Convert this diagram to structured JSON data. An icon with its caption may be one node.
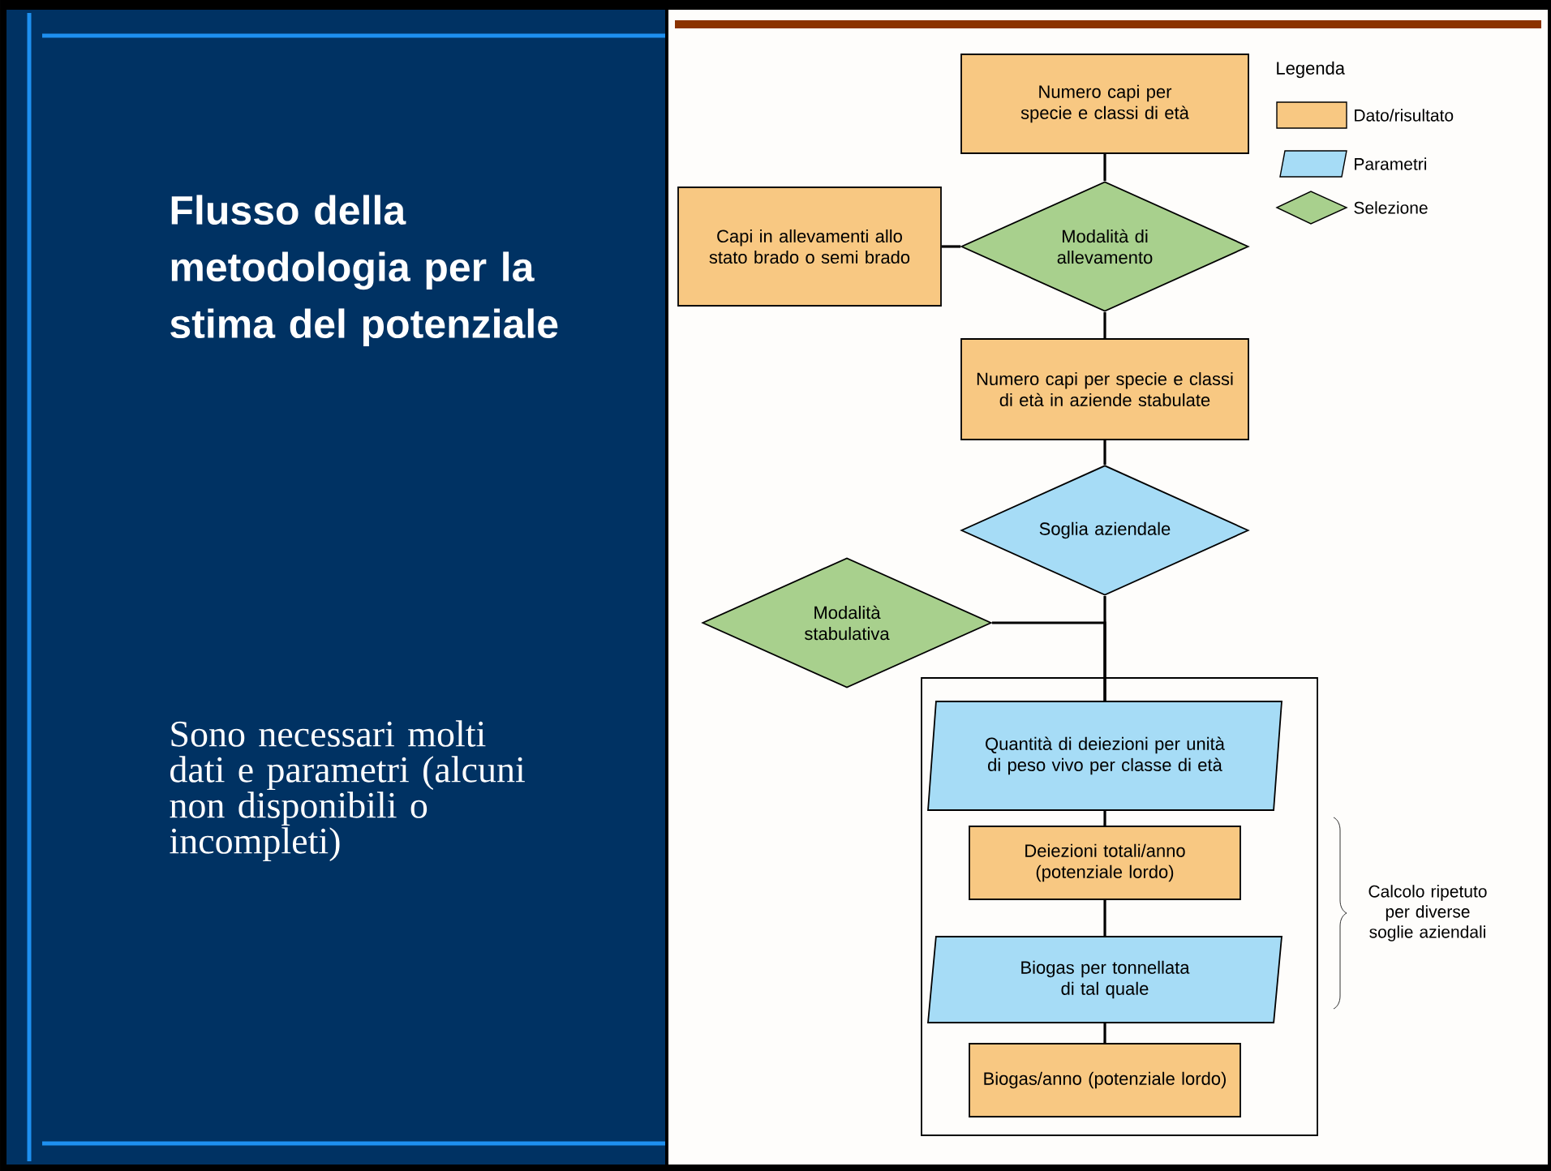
{
  "diagram": {
    "title": "Flusso della metodologia per la stima del potenziale",
    "nodes": [
      {
        "text": [
          "Numero capi per specie e classi di età"
        ]
      },
      {
        "text": [
          "Capi in allevamenti allo stato brado o semi brado"
        ]
      },
      {
        "text": [
          "Modalità di allevamento"
        ]
      },
      {
        "text": [
          "Numero capi per specie e classi di età in aziende stabulate"
        ]
      },
      {
        "text": [
          "Soglia aziendale"
        ]
      },
      {
        "text": [
          "Modalità stabulativa"
        ]
      },
      {
        "text": [],
        "shape": "box"
      },
      {
        "text": [
          "Quantità di deiezioni per unità di peso vivo per classe di età"
        ],
        "in": 6
      },
      {
        "text": [
          "Deiezioni totali/anno (potenziale lordo)"
        ],
        "in": 6
      },
      {
        "text": [
          "Biogas per tonnellata di tal quale"
        ],
        "in": 6
      },
      {
        "text": [
          "Biogas/anno (potenziale lordo)"
        ],
        "in": 6
      }
    ],
    "edges": [
      {
        "from": 0,
        "to": 2,
        "arrow": "none"
      },
      {
        "from": 2,
        "to": 1,
        "arrow": "none"
      },
      {
        "from": 2,
        "to": 3,
        "arrow": "none"
      },
      {
        "from": 3,
        "to": 4,
        "arrow": "none"
      },
      {
        "from": 4,
        "to": 7,
        "arrow": "none"
      },
      {
        "from": 5,
        "to": 7,
        "arrow": "none"
      },
      {
        "from": 7,
        "to": 8,
        "arrow": "none"
      },
      {
        "from": 8,
        "to": 9,
        "arrow": "none"
      },
      {
        "from": 9,
        "to": 10,
        "arrow": "none"
      }
    ],
    "labels": [
      "Sono necessari molti dati e parametri (alcuni non disponibili o incompleti)",
      "Legenda",
      "Calcolo ripetuto per diverse soglie aziendali"
    ],
    "legend": [
      {
        "text": "Dato/risultato",
        "color": "#f8c882"
      },
      {
        "text": "Parametri",
        "color": "#a6dcf6"
      },
      {
        "text": "Selezione",
        "color": "#a8d08d"
      }
    ]
  }
}
